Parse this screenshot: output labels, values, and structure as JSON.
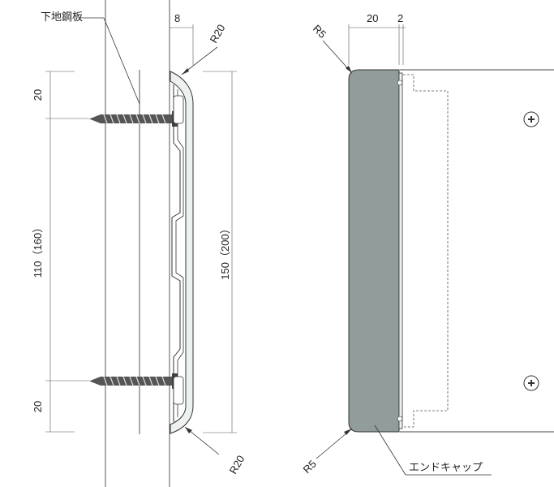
{
  "labels": {
    "base_plate": "下地鋼板",
    "end_cap": "エンドキャップ"
  },
  "dimensions": {
    "left_thickness": "8",
    "left_top_radius": "R20",
    "left_bottom_radius": "R20",
    "top_margin": "20",
    "bottom_margin": "20",
    "screw_pitch": "110（160）",
    "overall_height": "150（200）",
    "right_width": "20",
    "right_gap": "2",
    "right_top_radius": "R5",
    "right_bottom_radius": "R5"
  },
  "colors": {
    "end_cap_fill": "#929c9b",
    "profile_fill": "#eef1f1",
    "line": "#333333"
  },
  "icons": {
    "screw_head": "phillips-screw-head-icon"
  }
}
